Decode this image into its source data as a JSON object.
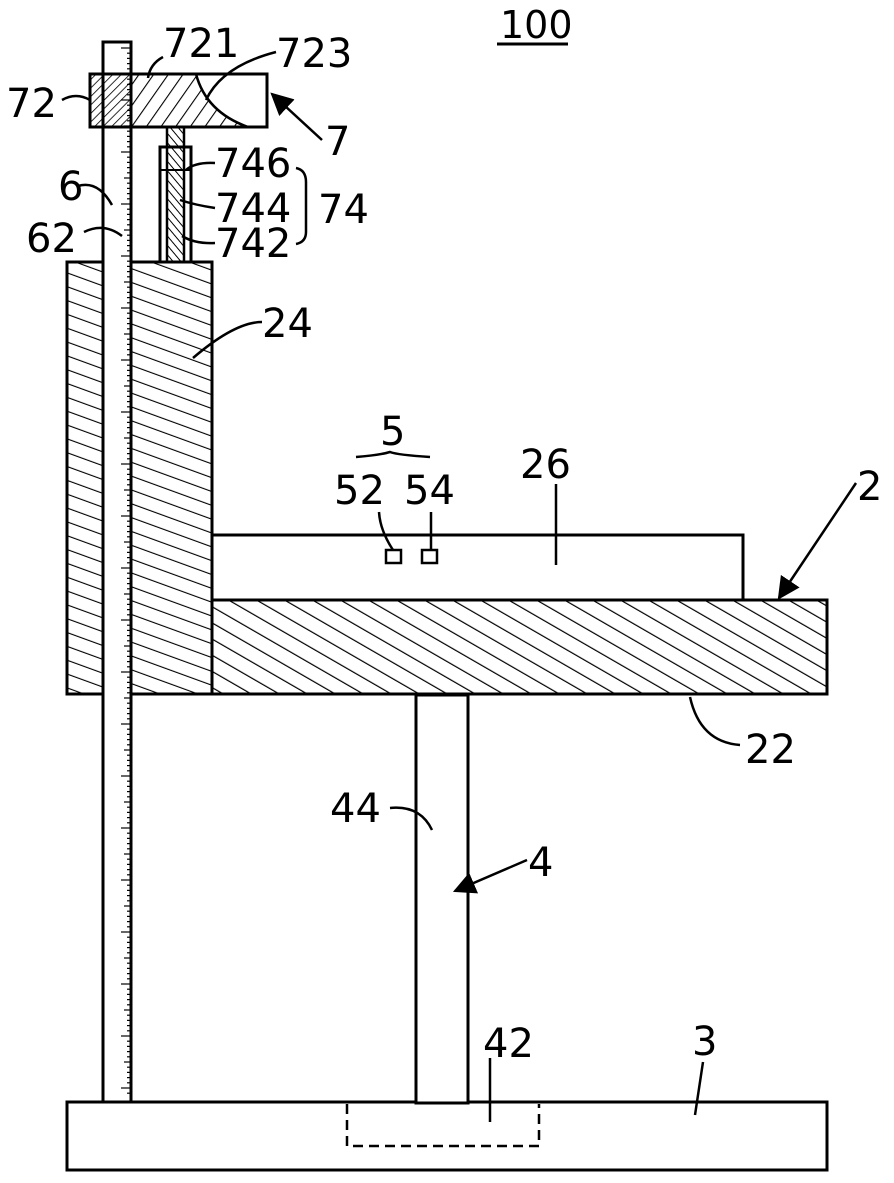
{
  "figure": {
    "title": "100",
    "labels": {
      "l72": "72",
      "l721": "721",
      "l723": "723",
      "l7": "7",
      "l6": "6",
      "l62": "62",
      "l746": "746",
      "l744": "744",
      "l742": "742",
      "l74": "74",
      "l24": "24",
      "l5": "5",
      "l52": "52",
      "l54": "54",
      "l26": "26",
      "l2": "2",
      "l22": "22",
      "l44": "44",
      "l4": "4",
      "l42": "42",
      "l3": "3"
    },
    "colors": {
      "line": "#000000",
      "background": "#ffffff"
    }
  }
}
